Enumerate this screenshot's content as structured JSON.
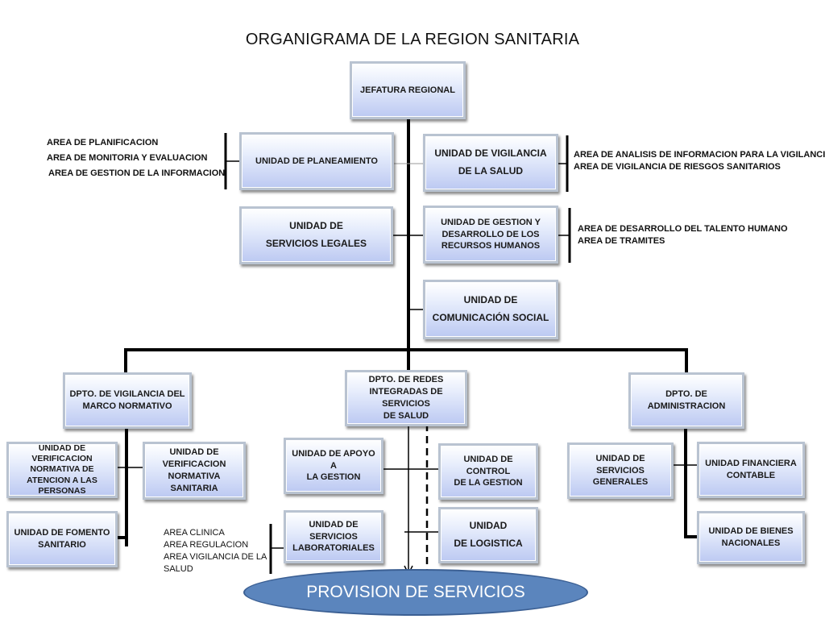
{
  "title": "ORGANIGRAMA DE LA REGION SANITARIA",
  "boxes": {
    "jefatura": "JEFATURA REGIONAL",
    "planeamiento": "UNIDAD DE PLANEAMIENTO",
    "vigilancia_salud": "UNIDAD DE VIGILANCIA\nDE LA SALUD",
    "servicios_legales": "UNIDAD DE\nSERVICIOS LEGALES",
    "rrhh": "UNIDAD DE GESTION Y\nDESARROLLO DE LOS\nRECURSOS HUMANOS",
    "comunicacion": "UNIDAD DE\nCOMUNICACIÓN SOCIAL",
    "dpto_vigilancia": "DPTO. DE VIGILANCIA DEL\nMARCO NORMATIVO",
    "dpto_redes": "DPTO. DE REDES\nINTEGRADAS DE SERVICIOS\nDE SALUD",
    "dpto_admin": "DPTO.  DE\nADMINISTRACION",
    "verif_atencion": "UNIDAD DE\nVERIFICACION\nNORMATIVA DE\nATENCION A LAS\nPERSONAS",
    "verif_sanitaria": "UNIDAD DE\nVERIFICACION\nNORMATIVA\nSANITARIA",
    "fomento": "UNIDAD DE FOMENTO\nSANITARIO",
    "apoyo_gestion": "UNIDAD DE APOYO A\nLA GESTION",
    "control_gestion": "UNIDAD DE CONTROL\nDE LA GESTION",
    "laboratoriales": "UNIDAD DE SERVICIOS\nLABORATORIALES",
    "logistica": "UNIDAD\nDE LOGISTICA",
    "servicios_generales": "UNIDAD DE SERVICIOS\nGENERALES",
    "financiera": "UNIDAD FINANCIERA\nCONTABLE",
    "bienes": "UNIDAD DE BIENES\nNACIONALES"
  },
  "notes": {
    "planeamiento": [
      "AREA DE PLANIFICACION",
      "AREA DE MONITORIA Y EVALUACION",
      "AREA DE GESTION DE LA INFORMACION"
    ],
    "vigilancia": [
      "AREA DE ANALISIS DE INFORMACION PARA LA VIGILANCIA",
      "AREA DE VIGILANCIA DE RIESGOS SANITARIOS"
    ],
    "rrhh": [
      "AREA DE DESARROLLO DEL TALENTO HUMANO",
      "AREA DE TRAMITES"
    ],
    "laboratorio": [
      "AREA  CLINICA",
      "AREA  REGULACION",
      "AREA VIGILANCIA DE LA SALUD"
    ]
  },
  "provision": "PROVISION DE SERVICIOS"
}
